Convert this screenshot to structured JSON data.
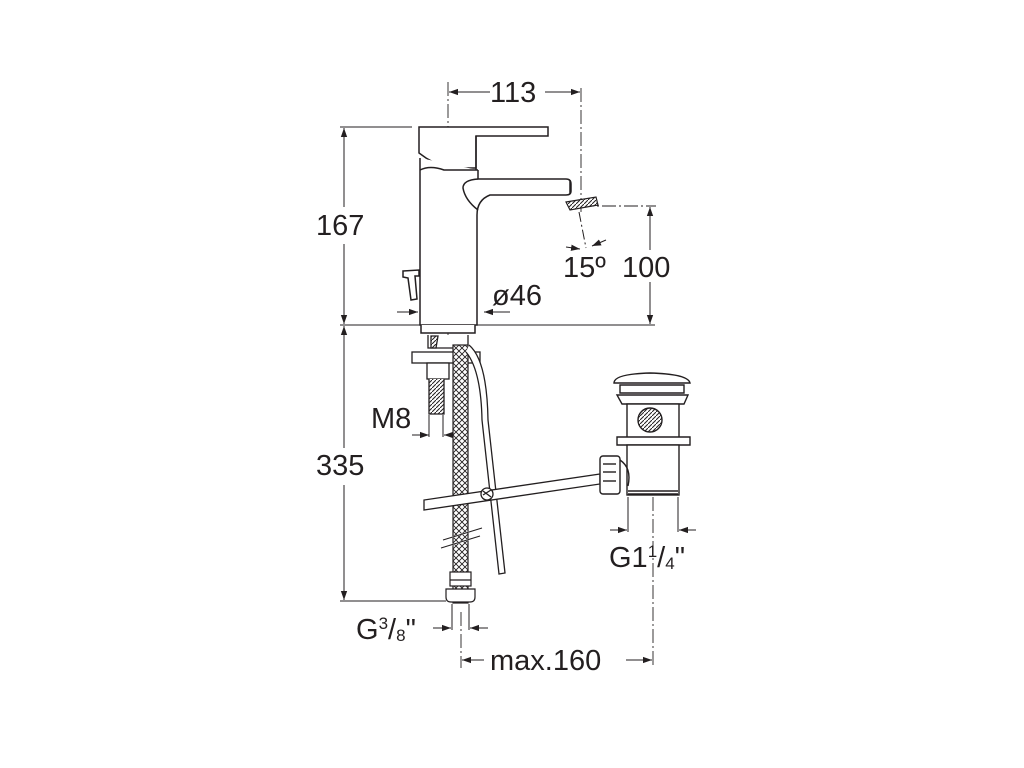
{
  "diagram": {
    "subject": "Single-lever basin mixer with pop-up waste and flexible hoses",
    "stroke_color": "#231f20",
    "background_color": "#ffffff",
    "dimensions": {
      "spout_reach": "113",
      "total_height": "167",
      "spout_height": "100",
      "spout_angle": "15º",
      "body_diameter": "ø46",
      "below_counter_length": "335",
      "fixing_thread": "M8",
      "hose_connection": {
        "main": "G",
        "num": "3",
        "sep": "/",
        "den": "8",
        "unit": "\""
      },
      "waste_connection": {
        "main": "G1",
        "num": "1",
        "sep": "/",
        "den": "4",
        "unit": "\""
      },
      "waste_distance": "max.160"
    }
  }
}
